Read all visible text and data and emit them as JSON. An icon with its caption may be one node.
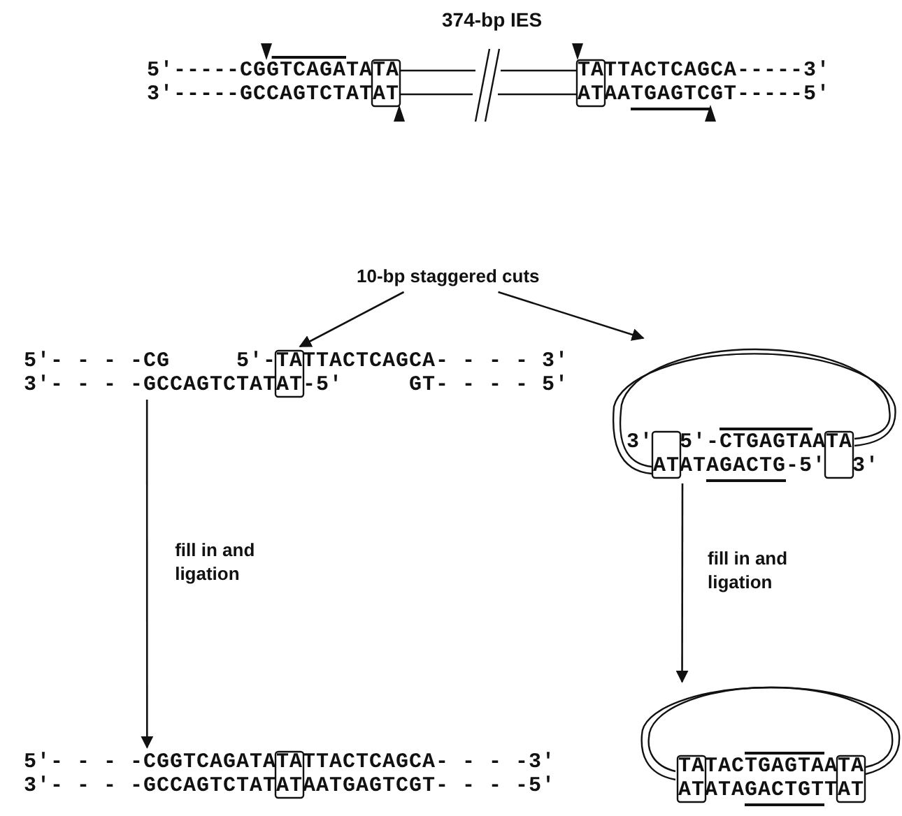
{
  "diagram": {
    "nodes": [
      {
        "text": [
          "5'-----CGGTCAGATATA",
          "3'-----GCCAGTCTATAT"
        ]
      },
      {
        "text": [
          "374-bp IES"
        ]
      },
      {
        "text": [
          "TATTACTCAGCA-----3'",
          "ATAATGAGTCGT-----5'"
        ]
      },
      {
        "text": [
          "10-bp staggered cuts"
        ]
      },
      {
        "text": [
          "5'- - - -CG",
          "5'-TATTACTCAGCA- - - - 3'",
          "3'- - - -GCCAGTCTATAT-5'",
          "GT- - - - 5'"
        ]
      },
      {
        "text": [
          "3'",
          "5'-CTGAGTAATA",
          "ATATAGACTG-5'",
          "3'"
        ]
      },
      {
        "text": [
          "5'- - - -CGGTCAGATATATTACTCAGCA- - - -3'",
          "3'- - - -GCCAGTCTATATAATGAGTCGT- - - -5'"
        ]
      },
      {
        "text": [
          "TATACTGAGTAATA",
          "ATATAGACTGTTAT"
        ]
      }
    ],
    "edges": [
      {
        "from": 3,
        "to": 4,
        "arrow": "to"
      },
      {
        "from": 3,
        "to": 5,
        "arrow": "to"
      },
      {
        "from": 4,
        "to": 6,
        "arrow": "to",
        "label": "fill in and ligation"
      },
      {
        "from": 5,
        "to": 7,
        "arrow": "to",
        "label": "fill in and ligation"
      }
    ]
  }
}
